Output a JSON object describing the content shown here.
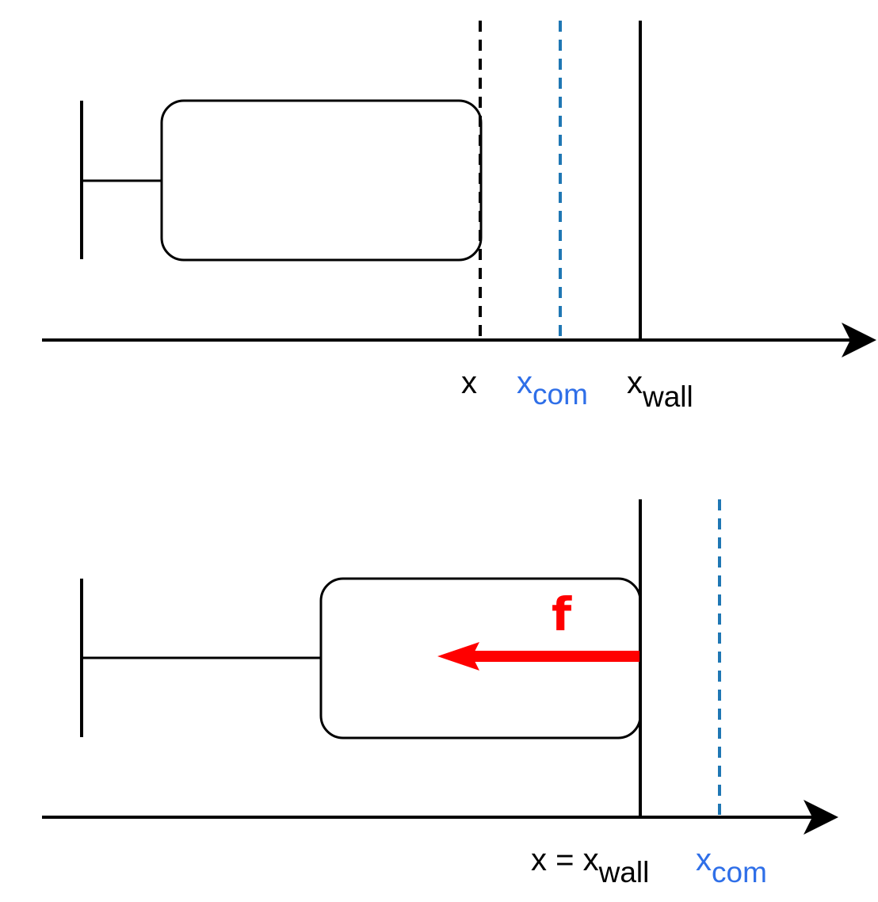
{
  "colors": {
    "ink": "#000000",
    "com": "#1f77b4",
    "com_label": "#2f6fe8",
    "force": "#ff0000"
  },
  "top_panel": {
    "label_x": "x",
    "label_xcom_base": "x",
    "label_xcom_sub": "com",
    "label_xwall_base": "x",
    "label_xwall_sub": "wall"
  },
  "bottom_panel": {
    "label_x_eq": "x = ",
    "label_xwall_base": "x",
    "label_xwall_sub": "wall",
    "label_xcom_base": "x",
    "label_xcom_sub": "com",
    "force_label": "f"
  }
}
